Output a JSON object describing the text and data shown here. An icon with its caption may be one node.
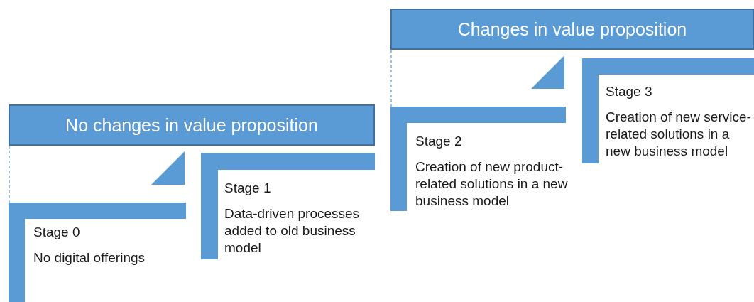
{
  "diagram": {
    "nodes": [
      {
        "text": [
          "No changes in value proposition"
        ]
      },
      {
        "text": [
          "Stage 0",
          "No digital offerings"
        ]
      },
      {
        "text": [
          "Stage 1",
          "Data-driven processes added to old business model"
        ]
      },
      {
        "text": [
          "Changes in value proposition"
        ]
      },
      {
        "text": [
          "Stage 2",
          "Creation of new product-related solutions in a new business model"
        ]
      },
      {
        "text": [
          "Stage 3",
          "Creation of new service-related solutions in a new business model"
        ]
      }
    ],
    "edges": [
      {
        "from": 0,
        "to": 1,
        "arrow": "none",
        "style": "dashed"
      },
      {
        "from": 3,
        "to": 4,
        "arrow": "none",
        "style": "dashed"
      },
      {
        "from": 2,
        "to": 1,
        "arrow": "to"
      },
      {
        "from": 5,
        "to": 4,
        "arrow": "to"
      }
    ]
  }
}
